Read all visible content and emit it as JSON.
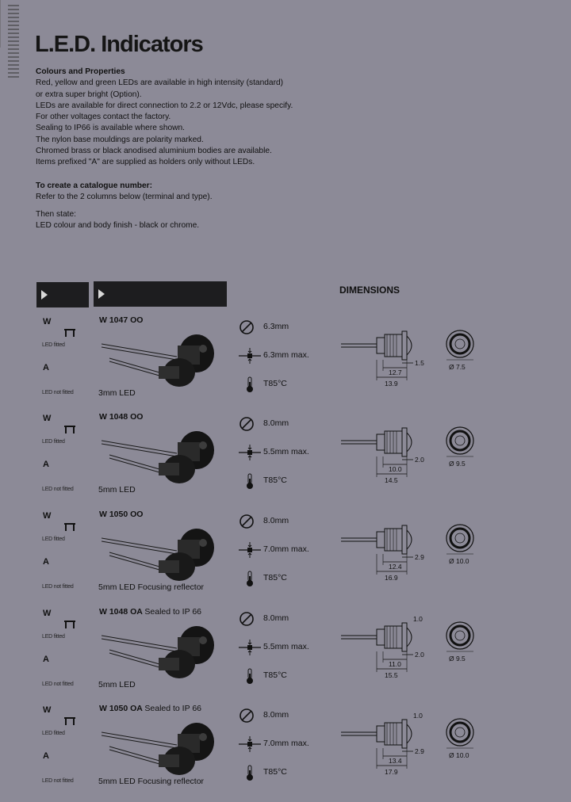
{
  "title": "L.E.D. Indicators",
  "intro": {
    "heading": "Colours and Properties",
    "lines": [
      "Red, yellow and green LEDs are available in high intensity (standard)",
      "or extra super bright (Option).",
      "LEDs are available for direct connection to 2.2 or 12Vdc, please specify.",
      "For other voltages contact the factory.",
      "Sealing to IP66 is available where shown.",
      "The nylon base mouldings are polarity marked.",
      "Chromed brass or black anodised aluminium bodies are available.",
      "Items prefixed \"A\" are supplied as holders only without LEDs."
    ]
  },
  "catalogue": {
    "heading": "To create a catalogue number:",
    "line1": "Refer to the 2 columns below (terminal and type).",
    "line2": "Then state:",
    "line3": "LED colour and body finish - black or chrome."
  },
  "tabs": {
    "terminal": "",
    "type": ""
  },
  "dimensions_heading": "DIMENSIONS",
  "labels": {
    "w": "W",
    "a": "A",
    "led_fitted": "LED fitted",
    "led_not_fitted": "LED not fitted"
  },
  "products": [
    {
      "code": "W 1047 OO",
      "note": "",
      "led_type": "3mm LED",
      "hole": "6.3mm",
      "panel": "6.3mm max.",
      "temp": "T85°C",
      "dims": {
        "a": "12.7",
        "b": "13.9",
        "c": "1.5",
        "d": "Ø 7.5",
        "top": ""
      }
    },
    {
      "code": "W 1048 OO",
      "note": "",
      "led_type": "5mm LED",
      "hole": "8.0mm",
      "panel": "5.5mm max.",
      "temp": "T85°C",
      "dims": {
        "a": "10.0",
        "b": "14.5",
        "c": "2.0",
        "d": "Ø 9.5",
        "top": ""
      }
    },
    {
      "code": "W 1050 OO",
      "note": "",
      "led_type": "5mm LED Focusing reflector",
      "hole": "8.0mm",
      "panel": "7.0mm max.",
      "temp": "T85°C",
      "dims": {
        "a": "12.4",
        "b": "16.9",
        "c": "2.9",
        "d": "Ø 10.0",
        "top": ""
      }
    },
    {
      "code": "W 1048 OA",
      "note": "Sealed to IP 66",
      "led_type": "5mm LED",
      "hole": "8.0mm",
      "panel": "5.5mm max.",
      "temp": "T85°C",
      "dims": {
        "a": "11.0",
        "b": "15.5",
        "c": "2.0",
        "d": "Ø 9.5",
        "top": "1.0"
      }
    },
    {
      "code": "W 1050 OA",
      "note": "Sealed to IP 66",
      "led_type": "5mm LED Focusing reflector",
      "hole": "8.0mm",
      "panel": "7.0mm max.",
      "temp": "T85°C",
      "dims": {
        "a": "13.4",
        "b": "17.9",
        "c": "2.9",
        "d": "Ø 10.0",
        "top": "1.0"
      }
    }
  ]
}
